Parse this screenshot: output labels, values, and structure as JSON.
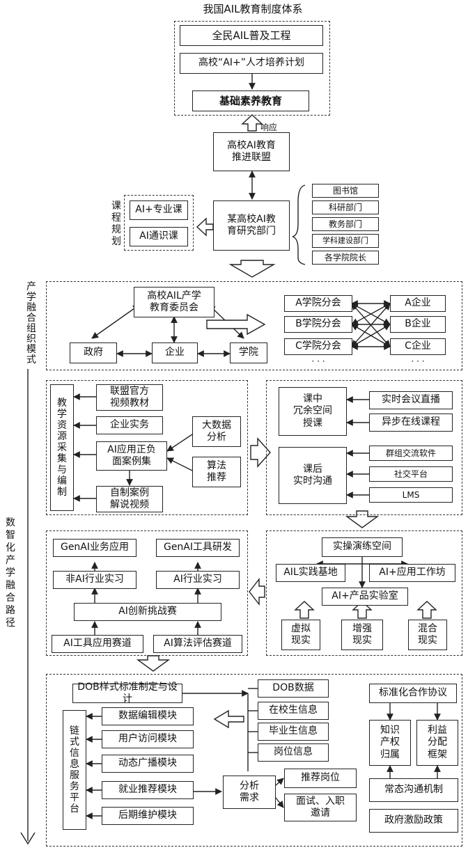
{
  "title": "我国AIL教育制度体系",
  "national": {
    "project": "全民AIL普及工程",
    "plan": "高校“AI+”人才培养计划",
    "base": "基础素养教育",
    "respond_label": "响应"
  },
  "alliance": "高校AI教育\n推进联盟",
  "research_dept": "某高校AI教\n育研究部门",
  "curriculum": {
    "label": "课程规划",
    "items": [
      "AI+专业课",
      "AI通识课"
    ]
  },
  "support_depts": [
    "图书馆",
    "科研部门",
    "教务部门",
    "学科建设部门",
    "各学院院长"
  ],
  "industry_model": {
    "side_label": "产学融合组织模式",
    "committee": "高校AIL产学\n教育委员会",
    "government": "政府",
    "enterprise": "企业",
    "college": "学院",
    "branches": [
      "A学院分会",
      "B学院分会",
      "C学院分会"
    ],
    "companies": [
      "A企业",
      "B企业",
      "C企业"
    ],
    "ellipsis": "· · ·"
  },
  "path_label": "数智化产学融合路径",
  "resources": {
    "side": "教学资源采集与编制",
    "items": [
      "联盟官方\n视频教材",
      "企业实务",
      "AI应用正负\n面案例集",
      "自制案例\n解说视频"
    ],
    "methods": [
      "大数据\n分析",
      "算法\n推荐"
    ]
  },
  "delivery": {
    "class": "课中\n冗余空间\n授课",
    "class_items": [
      "实时会议直播",
      "异步在线课程"
    ],
    "after": "课后\n实时沟通",
    "after_items": [
      "群组交流软件",
      "社交平台",
      "LMS"
    ]
  },
  "practice": {
    "title": "实操演练空间",
    "base": "AIL实践基地",
    "workshop": "AI+应用工作坊",
    "lab": "AI+产品实验室",
    "modes": [
      "虚拟\n现实",
      "增强\n现实",
      "混合\n现实"
    ]
  },
  "competition": {
    "genai_app": "GenAI业务应用",
    "genai_dev": "GenAI工具研发",
    "non_ai_intern": "非AI行业实习",
    "ai_intern": "AI行业实习",
    "challenge": "AI创新挑战赛",
    "tracks": [
      "AI工具应用赛道",
      "AI算法评估赛道"
    ]
  },
  "platform": {
    "dob": "DOB样式标准制定与设计",
    "side": "链式信息服务平台",
    "modules": [
      "数据编辑模块",
      "用户访问模块",
      "动态广播模块",
      "就业推荐模块",
      "后期维护模块"
    ],
    "data": [
      "DOB数据",
      "在校生信息",
      "毕业生信息",
      "岗位信息"
    ],
    "analysis": "分析\n需求",
    "outputs": [
      "推荐岗位",
      "面试、入职\n邀请"
    ],
    "cooperation": "标准化合作协议",
    "ip": "知识\n产权\n归属",
    "profit": "利益\n分配\n框架",
    "communication": "常态沟通机制",
    "policy": "政府激励政策"
  }
}
